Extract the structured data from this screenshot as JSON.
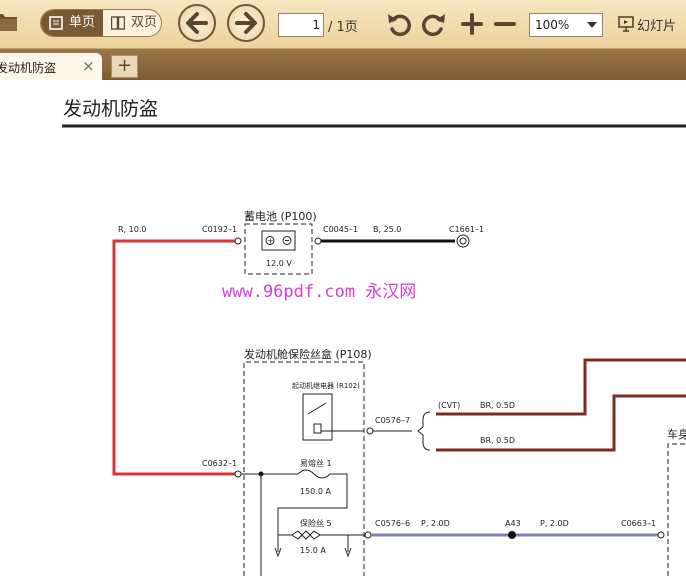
{
  "toolbar": {
    "single_page": "单页",
    "double_page": "双页",
    "page_number": "1",
    "page_total": "/ 1页",
    "zoom": "100%",
    "slideshow": "幻灯片"
  },
  "tab": {
    "title": "发动机防盗",
    "close": "×",
    "new": "+"
  },
  "document": {
    "title": "发动机防盗",
    "battery_label": "蓄电池 (P100)",
    "battery_voltage": "12.0 V",
    "wire_r": "R, 10.0",
    "c0192": "C0192–1",
    "c0045": "C0045–1",
    "wire_b": "B, 25.0",
    "c1661": "C1661–1",
    "watermark": "www.96pdf.com 永汉网",
    "fuse_box_label": "发动机舱保险丝盒 (P108)",
    "relay_label": "起动机继电器 (R102)",
    "c0576_7": "C0576–7",
    "cvt": "(CVT)",
    "wire_br1": "BR, 0.5D",
    "wire_br2": "BR, 0.5D",
    "c0632": "C0632–1",
    "fusible_link_label": "易熔丝 1",
    "fusible_link_rating": "150.0 A",
    "fuse5_label": "保险丝 5",
    "fuse5_rating": "15.0 A",
    "c0576_6": "C0576–6",
    "wire_p1": "P, 2.0D",
    "a43": "A43",
    "wire_p2": "P, 2.0D",
    "c0663": "C0663–1",
    "body_label": "车身"
  },
  "colors": {
    "wire_red": "#d7373b",
    "wire_brown": "#7a2b22",
    "wire_purple": "#7f7fbe",
    "watermark": "#d93fd5",
    "toolbar_bg": "#efd9aa",
    "tabbar_bg": "#8a6a3e"
  }
}
